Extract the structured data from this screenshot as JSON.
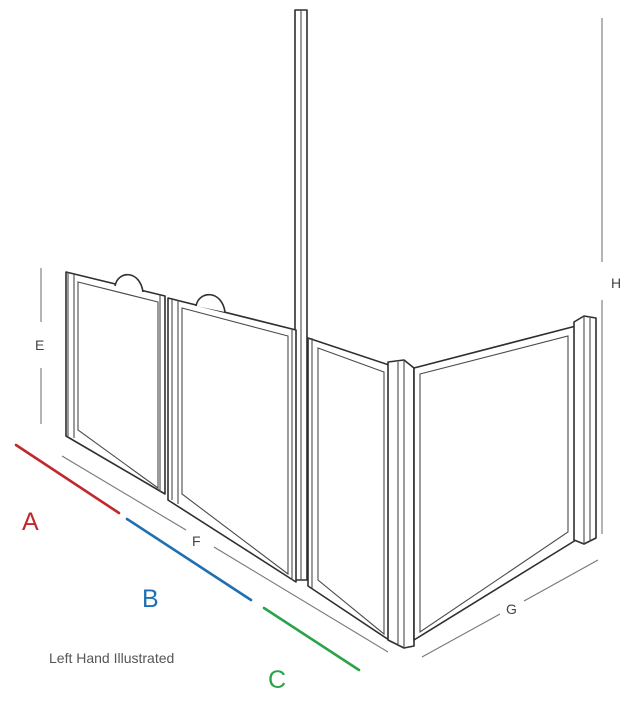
{
  "labels": {
    "E": "E",
    "F": "F",
    "G": "G",
    "H": "H",
    "A": "A",
    "B": "B",
    "C": "C"
  },
  "caption": "Left Hand Illustrated",
  "colors": {
    "A": "#c0282d",
    "B": "#1f6fb2",
    "C": "#2aa34a",
    "line": "#2f2f2f"
  }
}
